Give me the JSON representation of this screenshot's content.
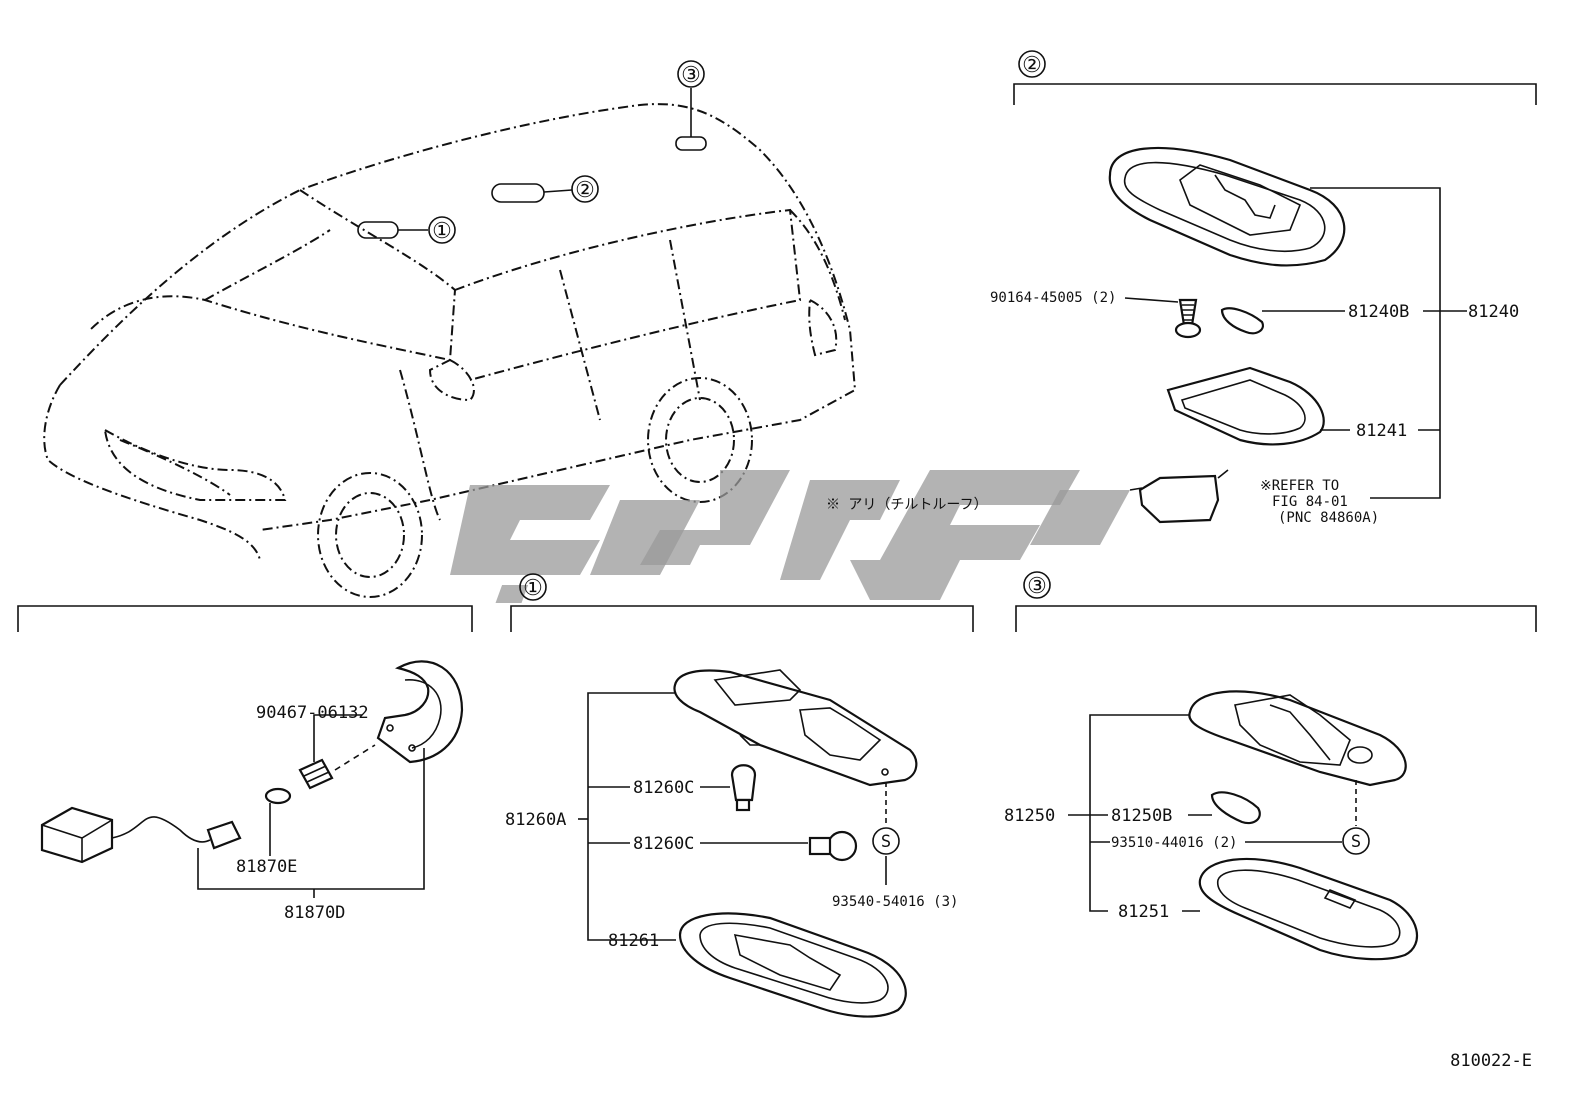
{
  "diagram": {
    "sheet_code": "810022-E",
    "markers": {
      "one": "①",
      "two": "②",
      "three": "③",
      "s": "S"
    },
    "watermark_text": "",
    "van": {
      "marker_1": "①",
      "marker_2": "②",
      "marker_3": "③",
      "note": "※ アリ（チルトルーフ）"
    },
    "section_2": {
      "marker": "②",
      "labels": {
        "p81240": "81240",
        "p81240b": "81240B",
        "p81241": "81241",
        "screw": "90164-45005 (2)",
        "refer_1": "※REFER TO",
        "refer_2": "FIG 84-01",
        "refer_3": "(PNC 84860A)"
      }
    },
    "section_left": {
      "labels": {
        "p90467": "90467-06132",
        "p81870e": "81870E",
        "p81870d": "81870D"
      }
    },
    "section_1": {
      "marker": "①",
      "labels": {
        "p81260a": "81260A",
        "p81260c_1": "81260C",
        "p81260c_2": "81260C",
        "p81261": "81261",
        "p93540": "93540-54016 (3)",
        "s": "S"
      }
    },
    "section_3": {
      "marker": "③",
      "labels": {
        "p81250": "81250",
        "p81250b": "81250B",
        "p93510": "93510-44016 (2)",
        "p81251": "81251",
        "s": "S"
      }
    }
  }
}
